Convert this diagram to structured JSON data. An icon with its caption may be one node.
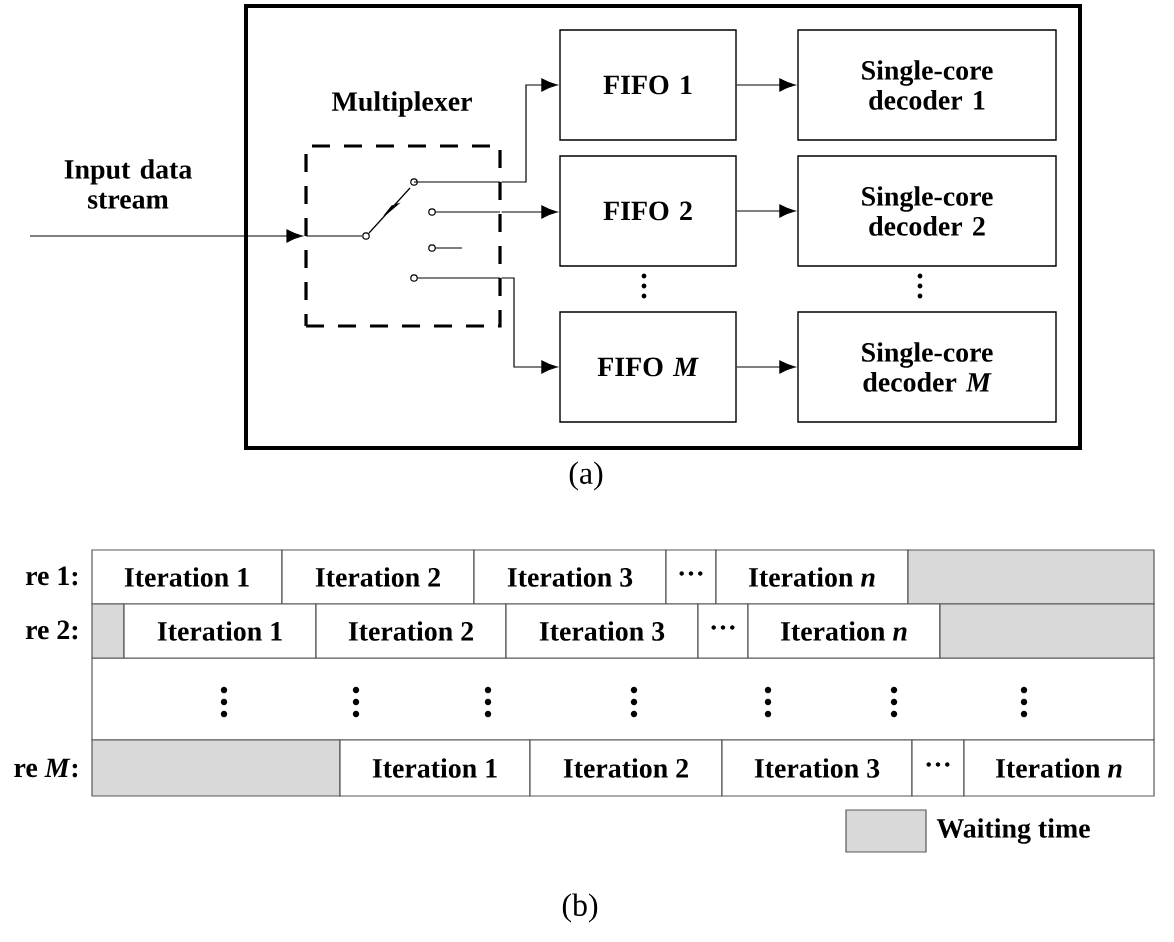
{
  "diagram": {
    "nodes": [
      {
        "text": [],
        "shape": "box"
      },
      {
        "text": [
          "Multiplexer"
        ],
        "in": 0
      },
      {
        "text": [
          "FIFO 1"
        ],
        "in": 0
      },
      {
        "text": [
          "FIFO 2"
        ],
        "in": 0
      },
      {
        "text": [
          "FIFO *M*"
        ],
        "in": 0
      },
      {
        "text": [
          "Single-core decoder 1"
        ],
        "in": 0
      },
      {
        "text": [
          "Single-core decoder 2"
        ],
        "in": 0
      },
      {
        "text": [
          "Single-core decoder *M*"
        ],
        "in": 0
      },
      {
        "text": [
          "Iteration 1"
        ]
      },
      {
        "text": [
          "Iteration 2"
        ]
      },
      {
        "text": [
          "Iteration 3"
        ]
      },
      {
        "text": [
          "···"
        ]
      },
      {
        "text": [
          "Iteration *n*"
        ]
      },
      {
        "text": [],
        "shape": "box"
      },
      {
        "text": [],
        "shape": "box"
      },
      {
        "text": [
          "Iteration 1"
        ]
      },
      {
        "text": [
          "Iteration 2"
        ]
      },
      {
        "text": [
          "Iteration 3"
        ]
      },
      {
        "text": [
          "···"
        ]
      },
      {
        "text": [
          "Iteration *n*"
        ]
      },
      {
        "text": [],
        "shape": "box"
      },
      {
        "text": [],
        "shape": "box"
      },
      {
        "text": [
          "Iteration 1"
        ]
      },
      {
        "text": [
          "Iteration 2"
        ]
      },
      {
        "text": [
          "Iteration 3"
        ]
      },
      {
        "text": [
          "···"
        ]
      },
      {
        "text": [
          "Iteration *n*"
        ]
      }
    ],
    "edges": [
      {
        "from": null,
        "to": 1,
        "arrow": "to",
        "label": "Input data stream"
      },
      {
        "from": 1,
        "to": 2,
        "arrow": "to"
      },
      {
        "from": 1,
        "to": 3,
        "arrow": "to"
      },
      {
        "from": 1,
        "to": 4,
        "arrow": "to"
      },
      {
        "from": 2,
        "to": 5,
        "arrow": "to"
      },
      {
        "from": 3,
        "to": 6,
        "arrow": "to"
      },
      {
        "from": 4,
        "to": 7,
        "arrow": "to"
      }
    ],
    "labels": [
      "(a)",
      "re 1:",
      "re 2:",
      "re *M*:",
      "(b)"
    ],
    "legend": [
      {
        "text": "Waiting time",
        "color": "#d9d9d9"
      }
    ]
  }
}
